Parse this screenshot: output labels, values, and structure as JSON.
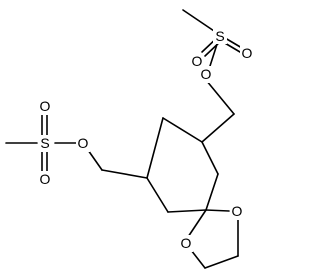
{
  "diagram": {
    "type": "chemical-structure",
    "atoms": {
      "s_top": "S",
      "o_top_left": "O",
      "o_top_right": "O",
      "o_top_ester": "O",
      "s_left": "S",
      "o_left_up": "O",
      "o_left_down": "O",
      "o_left_ester": "O",
      "o_ring_right": "O",
      "o_ring_left": "O"
    },
    "colors": {
      "bond": "#000000",
      "text": "#000000",
      "background": "#ffffff"
    }
  }
}
